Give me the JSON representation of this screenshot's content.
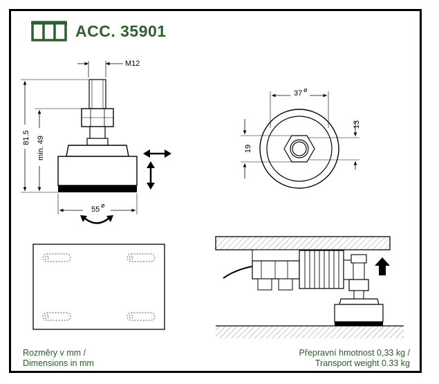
{
  "header": {
    "title": "ACC. 35901",
    "logo_icon": "brand-logo-icon",
    "accent_color": "#2f5f2f"
  },
  "side_view": {
    "thread_label": "M12",
    "height_total": "81.5",
    "height_min": "min. 49",
    "base_diameter": "55",
    "diameter_symbol": "ø"
  },
  "top_view": {
    "outer_diameter": "37",
    "diameter_symbol": "ø",
    "dim_right": "13",
    "dim_left": "19"
  },
  "notes": {
    "dimensions_line1": "Rozměry v mm /",
    "dimensions_line2": "Dimensions in mm",
    "weight_line1": "Přepravní hmotnost 0,33 kg /",
    "weight_line2": "Transport weight 0.33 kg"
  }
}
